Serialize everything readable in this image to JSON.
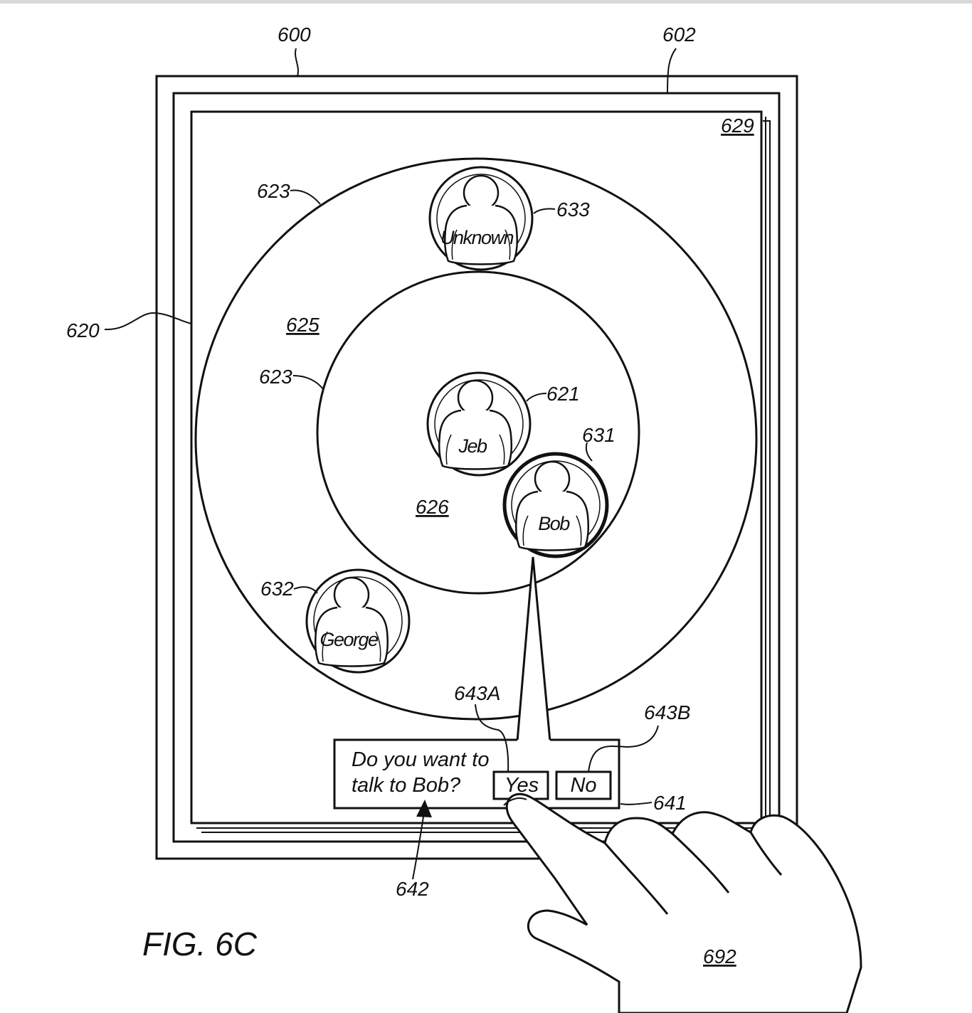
{
  "figure": {
    "label": "FIG. 6C"
  },
  "refs": {
    "r600": "600",
    "r602": "602",
    "r629": "629",
    "r620": "620",
    "r623_outer": "623",
    "r623_inner": "623",
    "r625": "625",
    "r626": "626",
    "r621": "621",
    "r631": "631",
    "r632": "632",
    "r633": "633",
    "r641": "641",
    "r642": "642",
    "r643a": "643A",
    "r643b": "643B",
    "r692": "692"
  },
  "avatars": {
    "center": "Jeb",
    "selected": "Bob",
    "outer_left": "George",
    "outer_top": "Unknown"
  },
  "dialog": {
    "line1": "Do you want to",
    "line2": "talk to Bob?",
    "yes_label": "Yes",
    "no_label": "No"
  }
}
